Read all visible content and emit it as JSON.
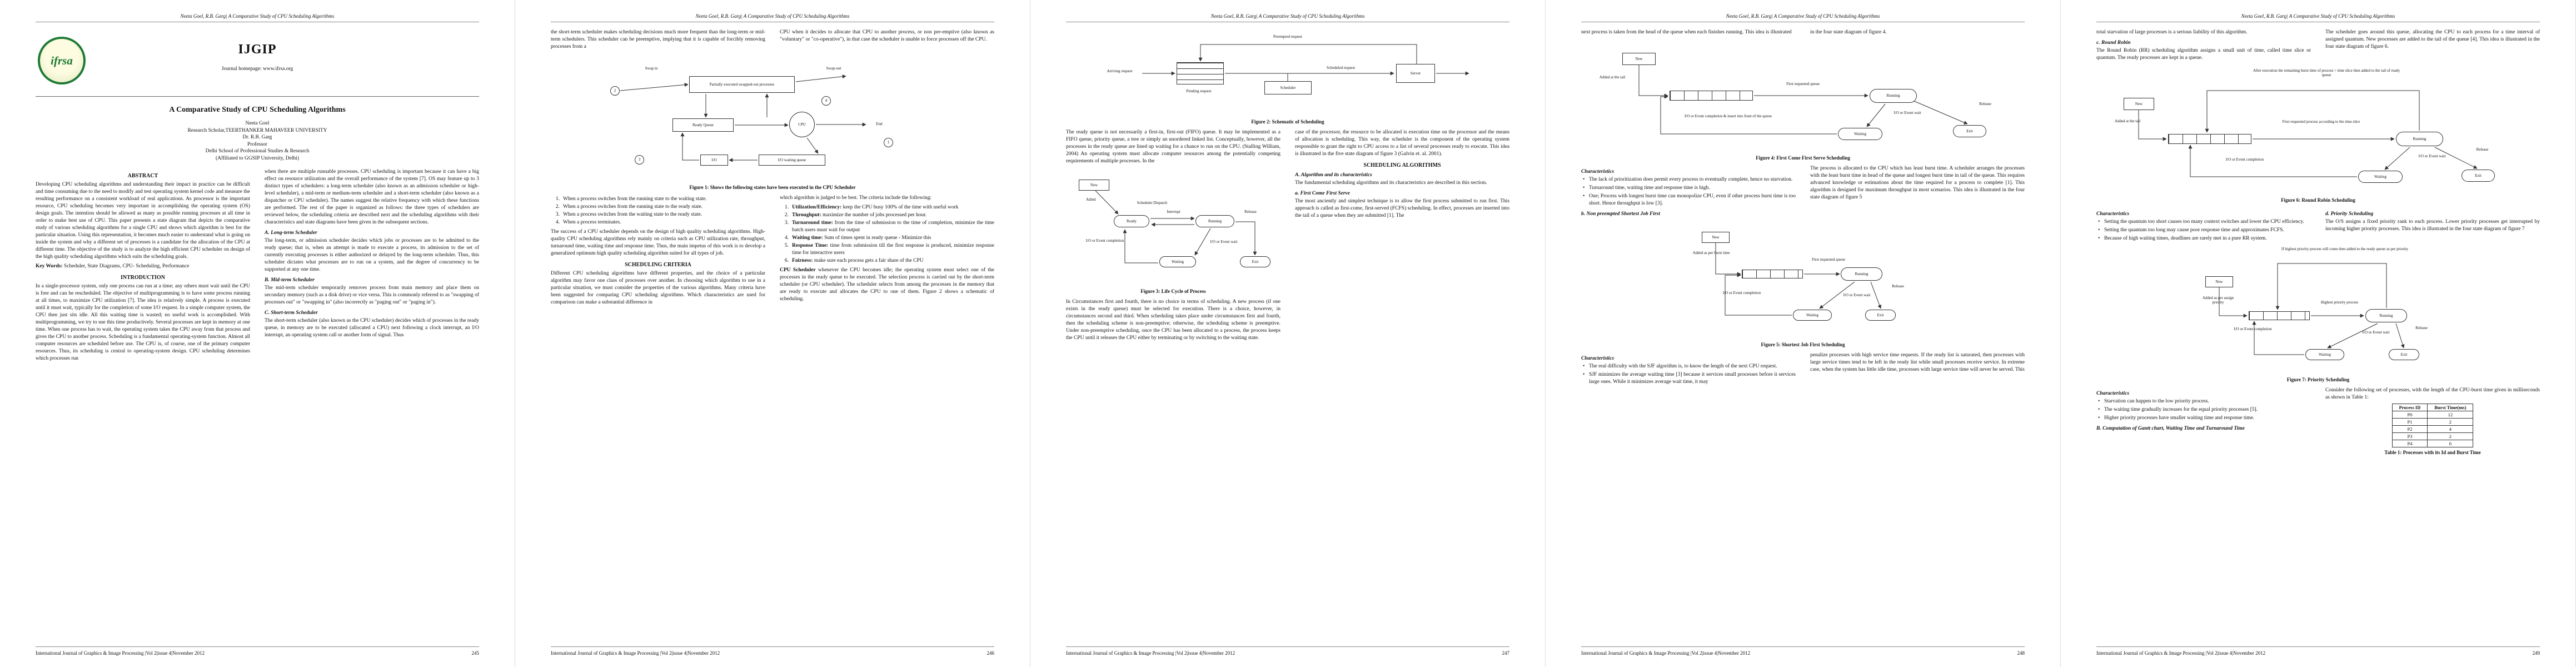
{
  "meta": {
    "running_head": "Neeta Goel,  R.B. Garg| A Comparative Study of CPU Scheduling Algorithms",
    "footer_journal": "International Journal of Graphics & Image Processing |Vol 2|issue 4|November 2012"
  },
  "masthead": {
    "logo_text": "ifrsa",
    "journal_abbr": "IJGIP",
    "homepage": "Journal homepage: www.ifrsa.org"
  },
  "p1": {
    "page_no": "245",
    "title": "A Comparative Study of CPU Scheduling Algorithms",
    "authors": [
      "Neeta Goel",
      "Research Scholar,TEERTHANKER MAHAVEER UNIVERSITY",
      "Dr. R.B. Garg",
      "Professor",
      "Delhi School of Professional Studies & Research",
      "(Affiliated to GGSIP University, Delhi)"
    ],
    "abstract_h": "ABSTRACT",
    "abstract": "Developing CPU scheduling algorithms and understanding their impact in practice can be difficult and time consuming due to the need to modify and test operating system kernel code and measure the resulting performance on a consistent workload of real applications. As processor is the important resource, CPU scheduling becomes very important in accomplishing the operating system (OS) design goals. The intention should be allowed as many as possible running processes at all time in order to make best use of CPU. This paper presents a state diagram that depicts the comparative study of various scheduling algorithms for a single CPU and shows which algorithm is best for the particular situation. Using this representation, it becomes much easier to understand what is going on inside the system and why a different set of processes is a candidate for the allocation of the CPU at different time. The objective of the study is to analyze the high efficient CPU scheduler on design of the high quality scheduling algorithms which suits the scheduling goals.",
    "keywords_term": "Key Words:",
    "keywords_rest": "Scheduler, State Diagrams, CPU- Scheduling, Performance",
    "intro_h": "INTRODUCTION",
    "intro": "In a single-processor system, only one process can run at a time; any others must wait until the CPU is free and can be rescheduled. The objective of multiprogramming is to have some process running at all times, to maximize CPU utilization [7]. The idea is relatively simple. A process is executed until it must wait, typically for the completion of some I/O request. In a simple computer system, the CPU then just sits idle. All this waiting time is wasted; no useful work is accomplished. With multiprogramming, we try to use this time productively. Several processes are kept in memory at one time. When one process has to wait, the operating system takes the CPU away from that process and gives the CPU to another process. Scheduling is a fundamental operating-system function. Almost all computer resources are scheduled before use. The CPU is, of course, one of the primary computer resources. Thus, its scheduling is central to operating-system design. CPU scheduling determines which processes run",
    "col2": "when there are multiple runnable processes. CPU scheduling is important because it can have a big effect on resource utilization and the overall performance of the system [7]. OS may feature up to 3 distinct types of schedulers: a long-term scheduler (also known as an admission scheduler or high-level scheduler), a mid-term or medium-term scheduler and a short-term scheduler (also known as a dispatcher or CPU scheduler). The names suggest the relative frequency with which these functions are performed. The rest of the paper is organized as follows: the three types of schedulers are reviewed below, the scheduling criteria are described next and the scheduling algorithms with their characteristics and state diagrams have been given in the subsequent sections.",
    "secA_h": "A. Long-term Scheduler",
    "secA_p": "The long-term, or admission scheduler decides which jobs or processes are to be admitted to the ready queue; that is, when an attempt is made to execute a process, its admission to the set of currently executing processes is either authorized or delayed by the long-term scheduler. Thus, this scheduler dictates what processes are to run on a system, and the degree of concurrency to be supported at any one time.",
    "secB_h": "B. Mid-term Scheduler",
    "secB_p": "The mid-term scheduler temporarily removes process from main memory and place them on secondary memory (such as a disk drive) or vice versa. This is commonly referred to as \"swapping of processes out\" or \"swapping in\" (also incorrectly as \"paging out\" or \"paging in\").",
    "secC_h": "C. Short-term Scheduler",
    "secC_p": "The short-term scheduler (also known as the CPU scheduler) decides which of processes in the ready queue, in memory are to be executed (allocated a CPU) next following a clock interrupt, an I/O interrupt, an operating system call or another form of signal. Thus"
  },
  "p2": {
    "page_no": "246",
    "left_top": "the short-term scheduler makes scheduling decisions much more frequent than the long-term or mid-term schedulers. This scheduler can be preemptive, implying that it is capable of forcibly removing processes from a",
    "right_top": "CPU when it decides to allocate that CPU to another process, or non pre-emptive (also known as \"voluntary\" or \"co-operative\"), in that case the scheduler is unable to force processes off the CPU.",
    "fig1": {
      "swap_in": "Swap in",
      "swap_out": "Swap-out",
      "swapped_box": "Partially executed swapped-out processes",
      "ready_queue": "Ready Queue",
      "cpu": "CPU",
      "end": "End",
      "io": "I/O",
      "io_queue": "I/O waiting queue",
      "n1": "1",
      "n2": "2",
      "n3": "3",
      "n4": "4",
      "caption": "Figure 1: Shows the following states have been executed in the CPU Scheduler"
    },
    "circ": [
      {
        "num": "1.",
        "text": "When a process switches from the running state to the waiting state."
      },
      {
        "num": "2.",
        "text": "When a process switches from the running state to the ready state."
      },
      {
        "num": "3.",
        "text": "When a process switches from the waiting state to the ready state."
      },
      {
        "num": "4.",
        "text": "When a process terminates."
      }
    ],
    "after_list": "The success of a CPU scheduler depends on the design of high quality scheduling algorithms. High-quality CPU scheduling algorithms rely mainly on criteria such as CPU utilization rate, throughput, turnaround time, waiting time and response time. Thus, the main impetus of this work is to develop a generalized optimum high quality scheduling algorithm suited for all types of job.",
    "criteria_h": "SCHEDULING CRITERIA",
    "criteria_intro": "Different CPU scheduling algorithms have different properties, and the choice of a particular algorithm may favor one class of processes over another. In choosing which algorithm to use in a particular situation, we must consider the properties of the various algorithms. Many criteria have been suggested for comparing CPU scheduling algorithms. Which characteristics are used for comparison can make a substantial difference in",
    "right_intro": "which algorithm is judged to be best. The criteria include the following:",
    "criteria": [
      {
        "num": "1.",
        "term": "Utilization/Efficiency:",
        "rest": "keep the CPU busy 100% of the time with useful work"
      },
      {
        "num": "2.",
        "term": "Throughput:",
        "rest": "maximize the number of jobs processed per hour."
      },
      {
        "num": "3.",
        "term": "Turnaround time:",
        "rest": "from the time of submission to the time of completion, minimize the time batch users must wait for output"
      },
      {
        "num": "4.",
        "term": "Waiting time:",
        "rest": "Sum of times spent in ready queue - Minimize this"
      },
      {
        "num": "5.",
        "term": "Response Time:",
        "rest": "time from submission till the first response is produced, minimize response time for interactive users"
      },
      {
        "num": "6.",
        "term": "Fairness:",
        "rest": "make sure each process gets a fair share of the CPU"
      }
    ],
    "cpu_term": "CPU Scheduler",
    "cpu_rest": "whenever the CPU becomes idle; the operating system must select one of the processes in the ready queue to be executed. The selection process is carried out by the short-term scheduler (or CPU scheduler). The scheduler selects from among the processes in the memory that are ready to execute and allocates the CPU to one of them. Figure 2 shows a schematic of scheduling."
  },
  "p3": {
    "page_no": "247",
    "fig2": {
      "preempted": "Preempted request",
      "arriving": "Arriving request",
      "scheduled": "Scheduled request",
      "scheduler": "Scheduler",
      "server": "Server",
      "pending": "Pending request",
      "caption": "Figure 2: Schematic of Scheduling"
    },
    "left_p": "The ready queue is not necessarily a first-in, first-out (FIFO) queue. It may be implemented as a FIFO queue, priority queue, a tree or simply an unordered linked list. Conceptually, however, all the processes in the ready queue are lined up waiting for a chance to run on the CPU. (Stalling William, 2004) An operating system must allocate computer resources among the potentially competing requirements of multiple processes. In the",
    "right_p": "case of the processor, the resource to be allocated is execution time on the processor and the means of allocation is scheduling. This way, the scheduler is the component of the operating system responsible to grant the right to CPU access to a list of several processes ready to execute. This idea is illustrated in the five state diagram of figure 3 (Galvin et. al. 2001).",
    "fig3": {
      "new": "New",
      "admit": "Admit",
      "dispatch": "Scheduler Dispatch",
      "ready": "Ready",
      "running": "Running",
      "interrupt": "Interrupt",
      "release": "Release",
      "io_completion": "I/O or Event completion",
      "waiting": "Waiting",
      "io_wait": "I/O or Event wait",
      "exit": "Exit",
      "caption": "Figure 3: Life Cycle of Process"
    },
    "circum_p": "In Circumstances first and fourth, there is no choice in terms of scheduling. A new process (if one exists in the ready queue) must be selected for execution. There is a choice, however, in circumstances second and third. When scheduling takes place under circumstances first and fourth, then the scheduling scheme is non-preemptive; otherwise, the scheduling scheme is preemptive. Under non-preemptive scheduling, once the CPU has been allocated to a process, the process keeps the CPU until it releases the CPU either by terminating or by switching to the waiting state.",
    "algo_h": "SCHEDULING ALGORITHMS",
    "secA_h": "A. Algorithm and its characteristics",
    "secA_p": "The fundamental scheduling algorithms and its characteristics are described in this section.",
    "fcfs_h": "a. First Come First Serve",
    "fcfs_p": "The most anciently and simplest technique is to allow the first process submitted to run first. This approach is called as first-come, first-served (FCFS) scheduling. In effect, processes are inserted into the tail of a queue when they are submitted [1]. The"
  },
  "p4": {
    "page_no": "248",
    "left_top": "next process is taken from the head of the queue when each finishes running. This idea is illustrated",
    "right_top": "in the four state diagram of figure 4.",
    "fig4": {
      "new": "New",
      "added": "Added at the tail",
      "queue_label": "First requested queue",
      "running": "Running",
      "io_completion": "I/O or Event completion & insert into front of the queue",
      "io_wait": "I/O or Event wait",
      "waiting": "Waiting",
      "exit": "Exit",
      "release": "Release",
      "caption": "Figure 4: First Come First Serve Scheduling"
    },
    "char_h": "Characteristics",
    "fcfs_chars": [
      "The lack of prioritization does permit every process to eventually complete, hence no starvation.",
      "Turnaround time, waiting time and response time is high.",
      "One; Process with longest burst time can monopolize CPU, even if other process burst time is too short. Hence throughput is low [3]."
    ],
    "sjf_h": "b. Non preempted Shortest Job First",
    "sjf_p": "The process is allocated to the CPU which has least burst time. A scheduler arranges the processes with the least burst time in head of the queue and longest burst time in tail of the queue. This requires advanced knowledge or estimations about the time required for a process to complete [1]. This algorithm is designed for maximum throughput in most scenarios. This idea is illustrated in the four state diagram of figure 5",
    "fig5": {
      "new": "New",
      "added": "Added as per burst time",
      "queue_label": "First requested queue",
      "running": "Running",
      "release": "Release",
      "io_completion": "I/O or Event completion",
      "io_wait": "I/O or Event wait",
      "waiting": "Waiting",
      "exit": "Exit",
      "caption": "Figure 5: Shortest Job First Scheduling"
    },
    "sjf_chars": [
      "The real difficulty with the SJF algorithm is, to know the length of the next CPU request.",
      "SJF minimizes the average waiting time [3] because it services small processes before it services large ones. While it minimizes average wait time, it may"
    ],
    "right_bottom": "penalize processes with high service time requests. If the ready list is saturated, then processes with large service times tend to be left in the ready list while small processes receive service. In extreme case, when the system has little idle time, processes with large service time will never be served. This"
  },
  "p5": {
    "page_no": "249",
    "left_top": "total starvation of large processes is a serious liability of this algorithm.",
    "rr_h": "c. Round Robin",
    "rr_p": "The Round Robin (RR) scheduling algorithm assigns a small unit of time, called time slice or quantum. The ready processes are kept in a queue.",
    "right_top": "The scheduler goes around this queue, allocating the CPU to each process for a time interval of assigned quantum. New processes are added to the tail of the queue [4]. This idea is illustrated in the four state diagram of figure 6.",
    "fig6": {
      "new": "New",
      "added": "Added at the tail",
      "loop": "After execution the remaining burst time of process > time slice then added to the tail of ready queue",
      "queue_label": "First requested process according to the time slice",
      "running": "Running",
      "release": "Release",
      "io_completion": "I/O or Event completion",
      "io_wait": "I/O or Event wait",
      "waiting": "Waiting",
      "exit": "Exit",
      "caption": "Figure 6: Round Robin Scheduling"
    },
    "char_h": "Characteristics",
    "rr_chars": [
      "Setting the quantum too short causes too many context switches and lower the CPU efficiency.",
      "Setting the quantum too long may cause poor response time and approximates FCFS.",
      "Because of high waiting times, deadlines are rarely met in a pure RR system."
    ],
    "prio_h": "d. Priority Scheduling",
    "prio_p": "The O/S assigns a fixed priority rank to each process. Lower priority processes get interrupted by incoming higher priority processes. This idea is illustrated in the four state diagram of figure 7",
    "fig7": {
      "new": "New",
      "added": "Added as per assign priority",
      "loop": "If highest priority process will come then added to the ready queue as per priority",
      "queue_label": "Highest priority process",
      "running": "Running",
      "release": "Release",
      "io_completion": "I/O or Event completion",
      "io_wait": "I/O or Event wait",
      "waiting": "Waiting",
      "exit": "Exit",
      "caption": "Figure 7: Priority Scheduling"
    },
    "prio_chars": [
      "Starvation can happen to the low priority process.",
      "The waiting time gradually increases for the equal priority processes [5].",
      "Higher priority processes have smaller waiting time and response time."
    ],
    "secB_h": "B. Computation of Gantt chart, Waiting Time and Turnaround Time",
    "consider_p": "Consider the following set of processes, with the length of the CPU-burst time given in milliseconds as shown in Table 1:",
    "table1": {
      "caption": "Table 1: Processes with its Id and Burst Time",
      "headers": [
        "Process ID",
        "Burst Time(ms)"
      ],
      "rows": [
        [
          "P0",
          "12"
        ],
        [
          "P1",
          "2"
        ],
        [
          "P2",
          "4"
        ],
        [
          "P3",
          "2"
        ],
        [
          "P4",
          "6"
        ]
      ]
    }
  }
}
